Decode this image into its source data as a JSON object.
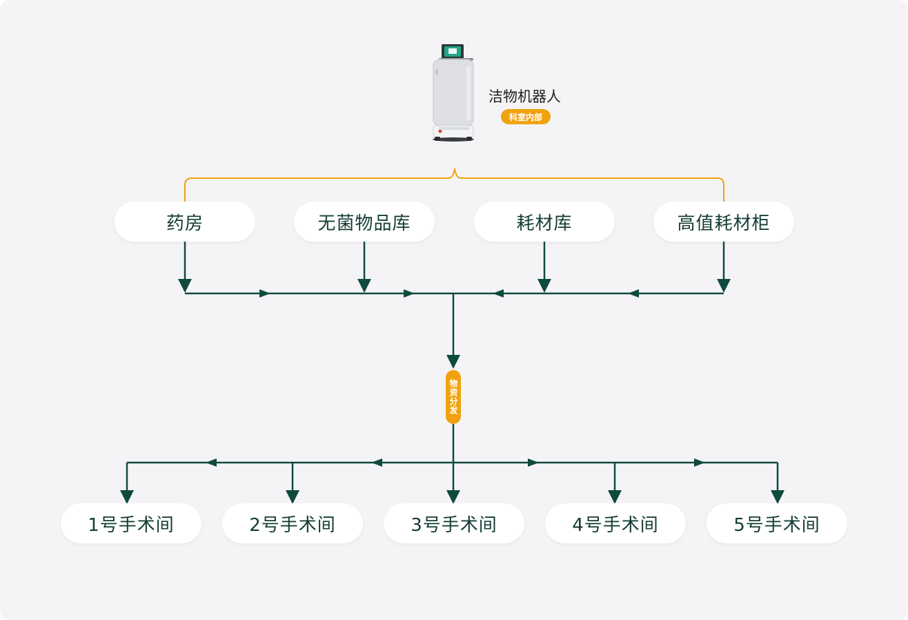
{
  "robot": {
    "title": "洁物机器人",
    "badge": "科室内部",
    "icon": "delivery-robot-icon"
  },
  "sources": [
    {
      "label": "药房"
    },
    {
      "label": "无菌物品库"
    },
    {
      "label": "耗材库"
    },
    {
      "label": "高值耗材柜"
    }
  ],
  "distribution": {
    "label": "物资分发"
  },
  "destinations": [
    {
      "label": "1号手术间"
    },
    {
      "label": "2号手术间"
    },
    {
      "label": "3号手术间"
    },
    {
      "label": "4号手术间"
    },
    {
      "label": "5号手术间"
    }
  ],
  "colors": {
    "flow_line": "#0f4a3f",
    "accent_orange": "#f0a20e",
    "node_text": "#143c34",
    "background": "#f4f4f6"
  }
}
